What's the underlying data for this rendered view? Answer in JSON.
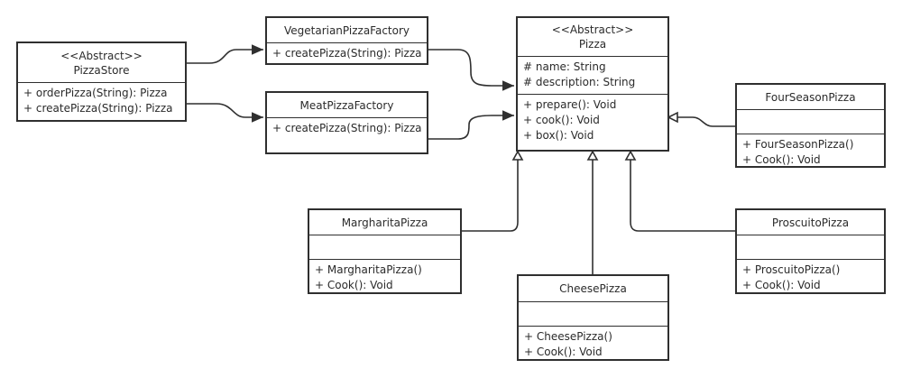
{
  "classes": {
    "pizzastore": {
      "stereotype": "<<Abstract>>",
      "name": "PizzaStore",
      "attributes": [],
      "methods": [
        "+ orderPizza(String): Pizza",
        "+ createPizza(String): Pizza"
      ]
    },
    "veg_factory": {
      "name": "VegetarianPizzaFactory",
      "methods": [
        "+ createPizza(String): Pizza"
      ]
    },
    "meat_factory": {
      "name": "MeatPizzaFactory",
      "methods": [
        "+ createPizza(String): Pizza"
      ]
    },
    "pizza": {
      "stereotype": "<<Abstract>>",
      "name": "Pizza",
      "attributes": [
        "#  name: String",
        "# description: String"
      ],
      "methods": [
        "+ prepare(): Void",
        "+ cook(): Void",
        "+ box(): Void"
      ]
    },
    "fourseason": {
      "name": "FourSeasonPizza",
      "attributes": [],
      "methods": [
        "+ FourSeasonPizza()",
        "+ Cook(): Void"
      ]
    },
    "margharita": {
      "name": "MargharitaPizza",
      "attributes": [],
      "methods": [
        "+ MargharitaPizza()",
        "+ Cook(): Void"
      ]
    },
    "cheese": {
      "name": "CheesePizza",
      "attributes": [],
      "methods": [
        "+ CheesePizza()",
        "+ Cook(): Void"
      ]
    },
    "proscuito": {
      "name": "ProscuitoPizza",
      "attributes": [],
      "methods": [
        "+ ProscuitoPizza()",
        "+ Cook(): Void"
      ]
    }
  },
  "relations": [
    {
      "from": "pizzastore",
      "to": "veg_factory",
      "kind": "association"
    },
    {
      "from": "pizzastore",
      "to": "meat_factory",
      "kind": "association"
    },
    {
      "from": "veg_factory",
      "to": "pizza",
      "kind": "association"
    },
    {
      "from": "meat_factory",
      "to": "pizza",
      "kind": "association"
    },
    {
      "from": "fourseason",
      "to": "pizza",
      "kind": "inheritance"
    },
    {
      "from": "margharita",
      "to": "pizza",
      "kind": "inheritance"
    },
    {
      "from": "cheese",
      "to": "pizza",
      "kind": "inheritance"
    },
    {
      "from": "proscuito",
      "to": "pizza",
      "kind": "inheritance"
    }
  ],
  "colors": {
    "line": "#2f2f2f",
    "background": "#ffffff",
    "text": "#2b2b2b"
  }
}
